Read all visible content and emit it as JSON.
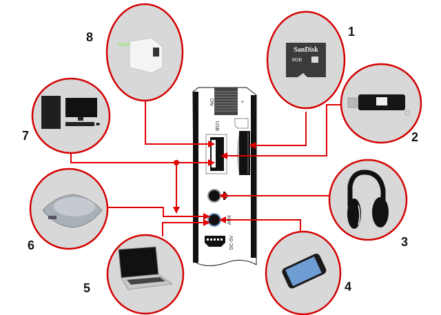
{
  "diagram": {
    "title": "",
    "colors": {
      "line": "#e00000",
      "circle_border": "#d40000",
      "circle_fill": "#d8d8d8",
      "device_body": "#ffffff",
      "device_outline": "#111111"
    },
    "device_ports": {
      "switch_label": "ON",
      "usb_label": "USB",
      "aux_label": "AUX",
      "dc_label": "DC-5V",
      "plus_mark": "+"
    },
    "nodes": [
      {
        "number": "1",
        "name": "microSD card",
        "icon": "sd-card-icon",
        "card_brand": "SanDisk",
        "card_capacity": "8GB",
        "connects_to": "sd-card-slot"
      },
      {
        "number": "2",
        "name": "USB flash drive",
        "icon": "usb-flash-drive-icon",
        "connects_to": "usb-port"
      },
      {
        "number": "3",
        "name": "Headphones",
        "icon": "headphones-icon",
        "connects_to": "headphone-jack"
      },
      {
        "number": "4",
        "name": "Smartphone",
        "icon": "smartphone-icon",
        "connects_to": "aux-jack"
      },
      {
        "number": "5",
        "name": "Laptop",
        "icon": "laptop-icon",
        "connects_to": "aux-jack"
      },
      {
        "number": "6",
        "name": "Portable CD player",
        "icon": "cd-player-icon",
        "connects_to": "aux-jack"
      },
      {
        "number": "7",
        "name": "Desktop computer",
        "icon": "desktop-computer-icon",
        "connects_to": "usb-port / dc-5v-port"
      },
      {
        "number": "8",
        "name": "USB wall charger",
        "icon": "usb-charger-icon",
        "connects_to": "usb-port"
      }
    ]
  }
}
